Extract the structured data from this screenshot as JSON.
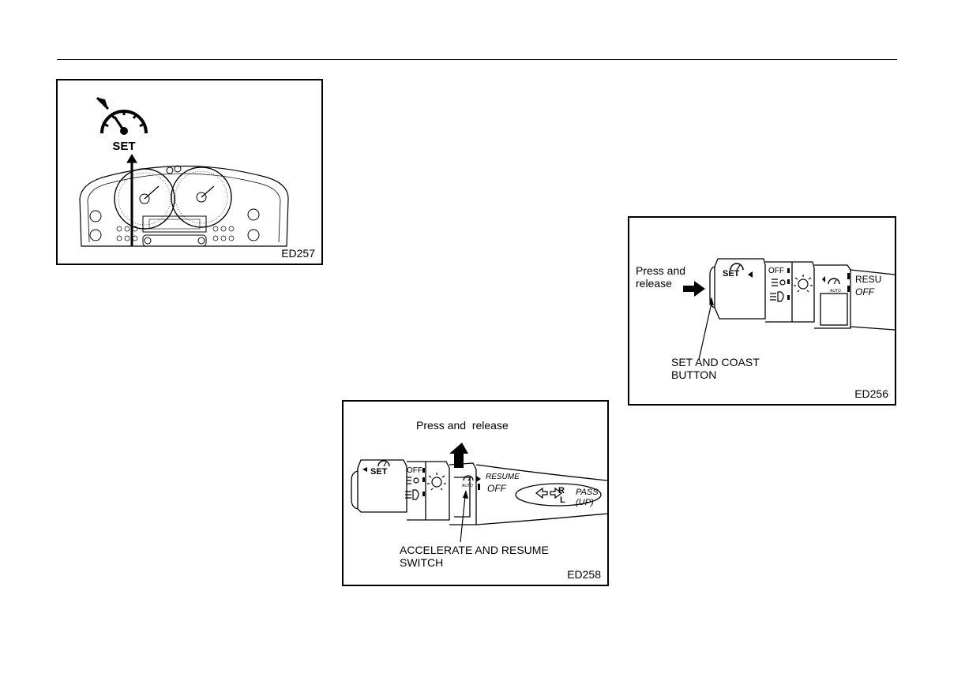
{
  "figures": {
    "ed257": {
      "code": "ED257",
      "set_label": "SET"
    },
    "ed256": {
      "code": "ED256",
      "press_label": "Press and\nrelease",
      "callout_label": "SET AND COAST\nBUTTON",
      "set_label": "SET",
      "off_label": "OFF",
      "resu_label": "RESU",
      "off2_label": "OFF",
      "auto_label": "AUTO"
    },
    "ed258": {
      "code": "ED258",
      "press_label": "Press and  release",
      "callout_label": "ACCELERATE AND RESUME\nSWITCH",
      "set_label": "SET",
      "off_label": "OFF",
      "resume_label": "RESUME",
      "off2_label": "OFF",
      "pass_label": "PASS",
      "up_label": "(UP)",
      "r_label": "R",
      "l_label": "L",
      "auto_label": "AUTO"
    }
  }
}
